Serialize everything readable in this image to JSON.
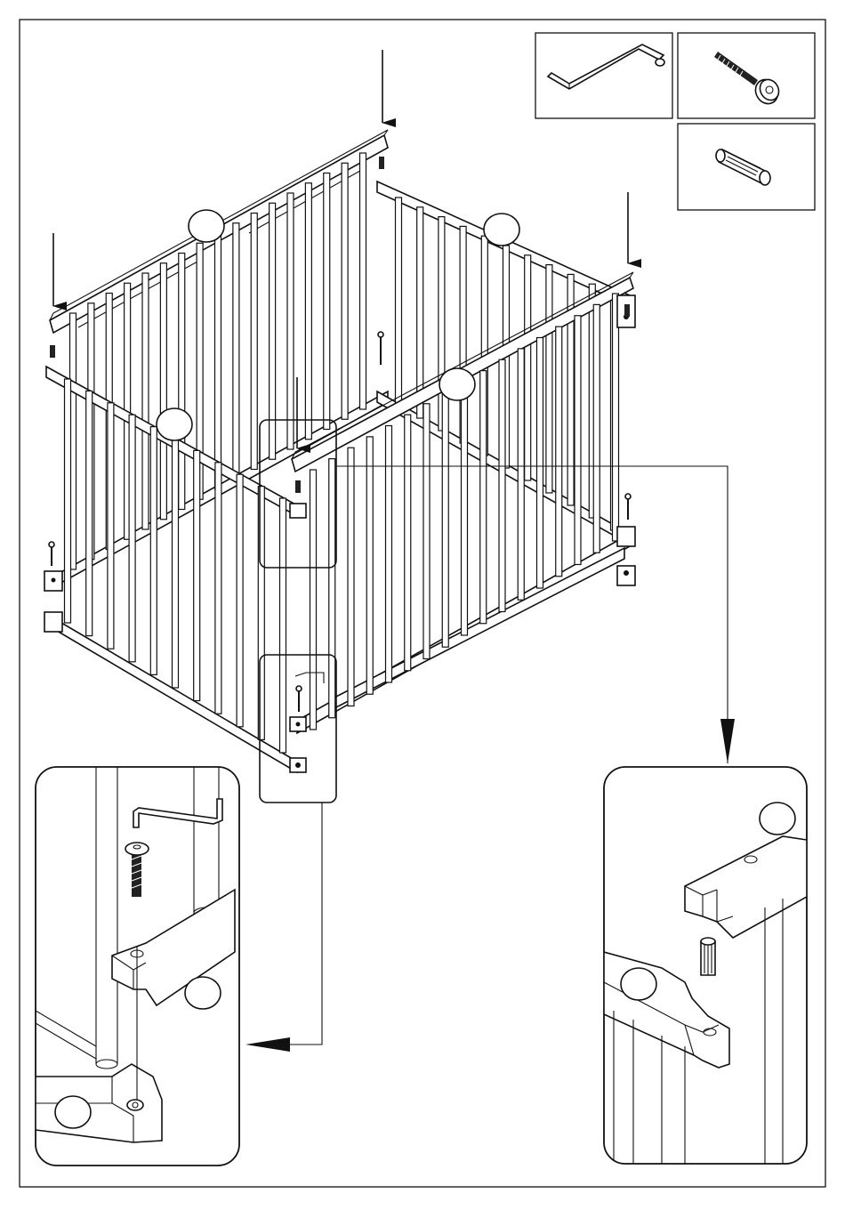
{
  "diagram": {
    "type": "assembly-instruction",
    "colors": {
      "line": "#111111",
      "background": "#ffffff"
    },
    "parts_legend": [
      {
        "icon": "allen-key-icon"
      },
      {
        "icon": "bolt-icon"
      },
      {
        "icon": "dowel-icon"
      }
    ],
    "callout_markers": 8,
    "insert_arrows": 5,
    "detail_views": 2
  }
}
